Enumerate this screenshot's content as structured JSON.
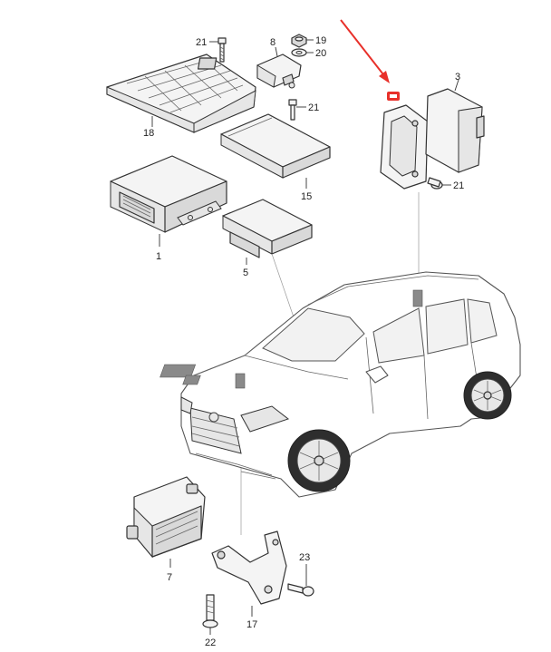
{
  "callouts": {
    "c1": "1",
    "c3": "3",
    "c5": "5",
    "c7": "7",
    "c8": "8",
    "c15": "15",
    "c17": "17",
    "c18": "18",
    "c19": "19",
    "c20": "20",
    "c21a": "21",
    "c21b": "21",
    "c21c": "21",
    "c22": "22",
    "c23": "23"
  },
  "colors": {
    "arrow": "#e8302a",
    "badge": "#e8302a"
  }
}
